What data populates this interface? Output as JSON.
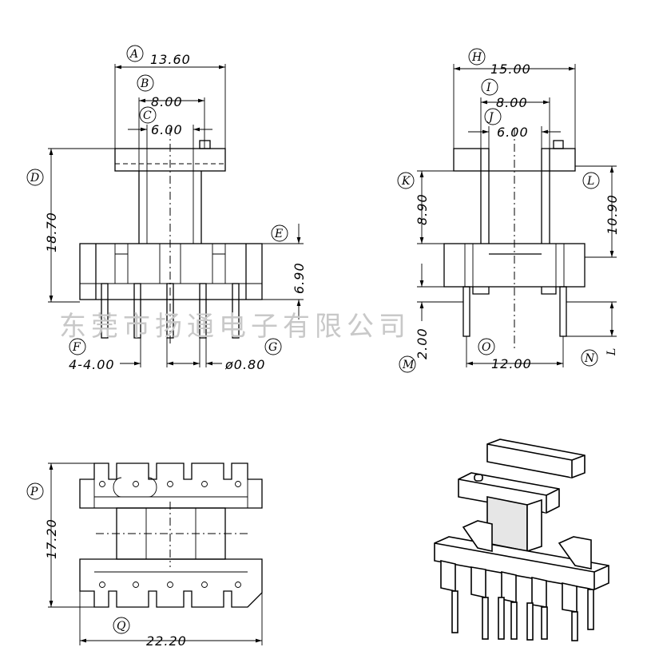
{
  "watermark": "东莞市扬通电子有限公司",
  "front_view": {
    "labels": {
      "A": "A",
      "B": "B",
      "C": "C",
      "D": "D",
      "E": "E",
      "F": "F",
      "G": "G"
    },
    "dims": {
      "A": "13.60",
      "B": "8.00",
      "C": "6.00",
      "D": "18.70",
      "E": "6.90",
      "F": "4-4.00",
      "G": "ø0.80"
    }
  },
  "side_view": {
    "labels": {
      "H": "H",
      "I": "I",
      "J": "J",
      "K": "K",
      "L": "L",
      "M": "M",
      "N": "N",
      "O": "O",
      "Lb": "L"
    },
    "dims": {
      "H": "15.00",
      "I": "8.00",
      "J": "6.00",
      "K": "8.90",
      "L": "10.90",
      "M": "2.00",
      "O": "12.00"
    }
  },
  "bottom_view": {
    "labels": {
      "P": "P",
      "Q": "Q"
    },
    "dims": {
      "P": "17.20",
      "Q": "22.20"
    }
  }
}
